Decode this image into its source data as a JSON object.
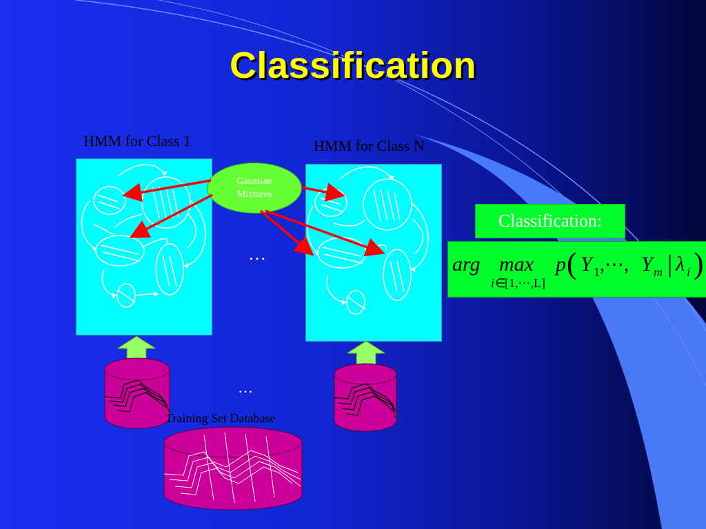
{
  "slide": {
    "title": "Classification",
    "hmm_class_1_label": "HMM for Class 1",
    "hmm_class_n_label": "HMM for Class N",
    "gaussian_label_line1": "Gaussian",
    "gaussian_label_line2": "Mixtures",
    "middle_dots": "…",
    "bottom_dots": "…",
    "training_db_label": "Training Set Database",
    "classification_label": "Classification:"
  },
  "formula": {
    "arg": "arg",
    "max": "max",
    "subscript_i": "i",
    "subscript_in": "∈",
    "subscript_range": "[1,⋯,L]",
    "p": "p",
    "open_paren": "(",
    "Y": "Y",
    "sub_1": "1",
    "ellipsis": ",⋯,",
    "Ym": "Y",
    "sub_m": "m",
    "bar": "|",
    "lambda": "λ",
    "sub_i": "i",
    "close_paren": ")"
  },
  "colors": {
    "background": "#1226d4",
    "title": "#ffff00",
    "hmm_box": "#00ffff",
    "gaussian_ellipse": "#66ff33",
    "formula_box": "#00ff2a",
    "arrow": "#ff0000",
    "database": "#cc0099",
    "up_arrow": "#99ff66"
  }
}
